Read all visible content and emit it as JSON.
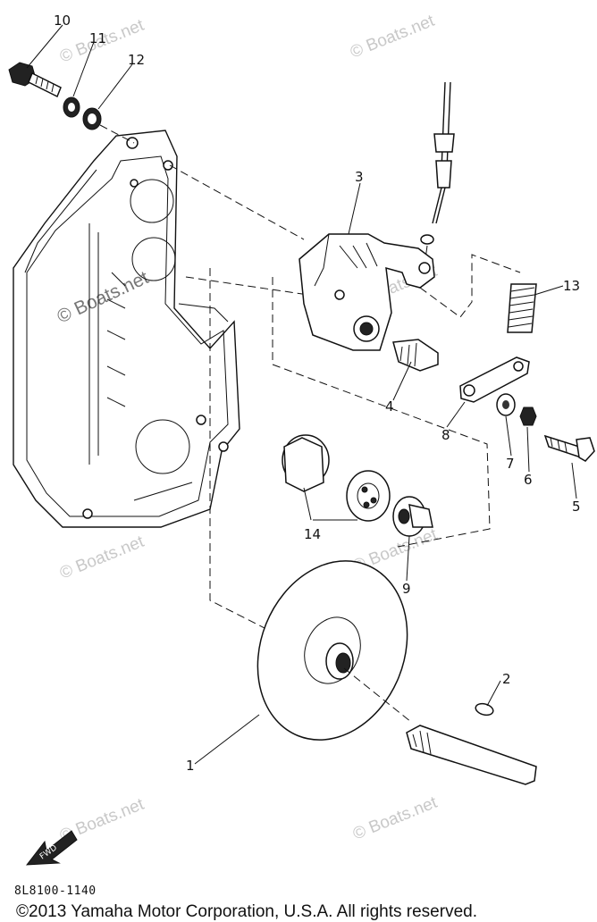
{
  "callouts": {
    "c1": "1",
    "c2": "2",
    "c3": "3",
    "c4": "4",
    "c5": "5",
    "c6": "6",
    "c7": "7",
    "c8": "8",
    "c9": "9",
    "c10": "10",
    "c11": "11",
    "c12": "12",
    "c13": "13",
    "c14": "14"
  },
  "watermarks": [
    "© Boats.net",
    "© Boats.net",
    "© Boats.net",
    "© Boats.net",
    "© Boats.net",
    "© Boats.net",
    "© Boats.net",
    "© Boats.net"
  ],
  "find_label": "FWD",
  "part_code": "8L8100-1140",
  "copyright": "©2013 Yamaha Motor Corporation, U.S.A. All rights reserved."
}
